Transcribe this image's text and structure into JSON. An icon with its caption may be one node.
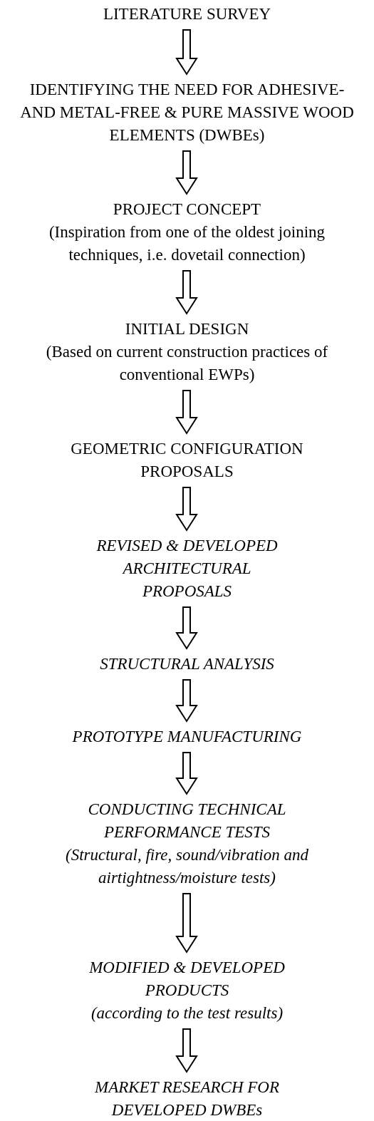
{
  "diagram": {
    "nodes": [
      {
        "text": [
          "LITERATURE SURVEY"
        ]
      },
      {
        "text": [
          "IDENTIFYING THE NEED FOR ADHESIVE- AND METAL-FREE & PURE MASSIVE WOOD ELEMENTS (DWBEs)"
        ]
      },
      {
        "text": [
          "PROJECT CONCEPT",
          "(Inspiration from one of the oldest joining techniques, i.e. dovetail connection)"
        ]
      },
      {
        "text": [
          "INITIAL DESIGN",
          "(Based on current construction practices of conventional EWPs)"
        ]
      },
      {
        "text": [
          "GEOMETRIC CONFIGURATION PROPOSALS"
        ]
      },
      {
        "text": [
          "REVISED & DEVELOPED ARCHITECTURAL PROPOSALS"
        ]
      },
      {
        "text": [
          "STRUCTURAL ANALYSIS"
        ]
      },
      {
        "text": [
          "PROTOTYPE MANUFACTURING"
        ]
      },
      {
        "text": [
          "CONDUCTING TECHNICAL PERFORMANCE TESTS",
          "(Structural, fire, sound/vibration and airtightness/moisture tests)"
        ]
      },
      {
        "text": [
          "MODIFIED & DEVELOPED PRODUCTS",
          "(according to the test results)"
        ]
      },
      {
        "text": [
          "MARKET RESEARCH FOR DEVELOPED DWBEs"
        ]
      }
    ],
    "edges": [
      {
        "from": 0,
        "to": 1,
        "arrow": "to"
      },
      {
        "from": 1,
        "to": 2,
        "arrow": "to"
      },
      {
        "from": 2,
        "to": 3,
        "arrow": "to"
      },
      {
        "from": 3,
        "to": 4,
        "arrow": "to"
      },
      {
        "from": 4,
        "to": 5,
        "arrow": "to"
      },
      {
        "from": 5,
        "to": 6,
        "arrow": "to"
      },
      {
        "from": 6,
        "to": 7,
        "arrow": "to"
      },
      {
        "from": 7,
        "to": 8,
        "arrow": "to"
      },
      {
        "from": 8,
        "to": 9,
        "arrow": "to"
      },
      {
        "from": 9,
        "to": 10,
        "arrow": "to"
      }
    ]
  }
}
